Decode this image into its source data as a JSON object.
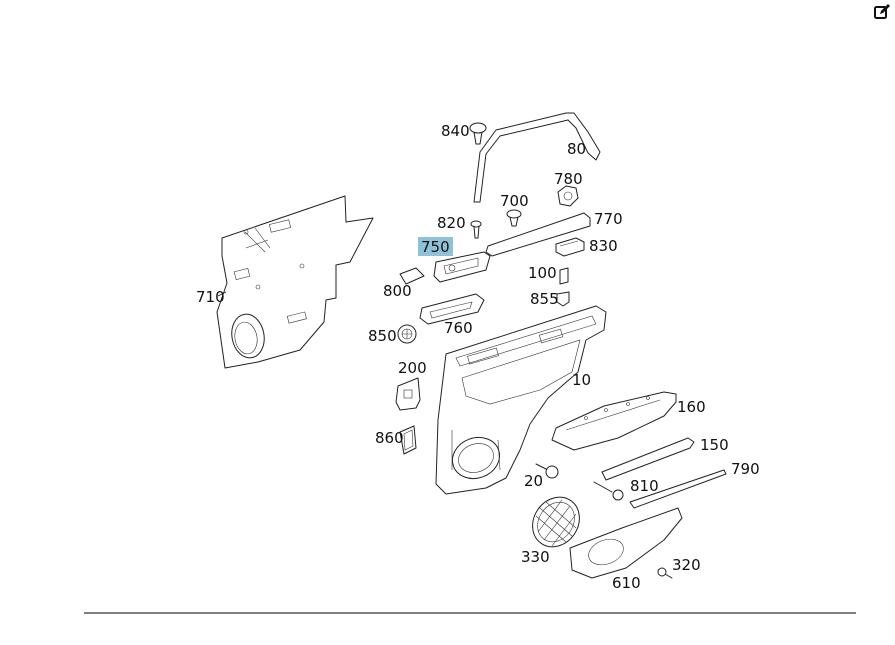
{
  "toolbar": {
    "edit_icon": "edit-icon"
  },
  "diagram": {
    "highlighted_callout": "750",
    "highlight_color": "#8fc2d8",
    "callouts": [
      {
        "id": "840",
        "label": "840"
      },
      {
        "id": "80",
        "label": "80"
      },
      {
        "id": "780",
        "label": "780"
      },
      {
        "id": "700",
        "label": "700"
      },
      {
        "id": "820",
        "label": "820"
      },
      {
        "id": "770",
        "label": "770"
      },
      {
        "id": "750",
        "label": "750"
      },
      {
        "id": "830",
        "label": "830"
      },
      {
        "id": "100",
        "label": "100"
      },
      {
        "id": "800",
        "label": "800"
      },
      {
        "id": "855",
        "label": "855"
      },
      {
        "id": "710",
        "label": "710"
      },
      {
        "id": "850",
        "label": "850"
      },
      {
        "id": "760",
        "label": "760"
      },
      {
        "id": "200",
        "label": "200"
      },
      {
        "id": "10",
        "label": "10"
      },
      {
        "id": "160",
        "label": "160"
      },
      {
        "id": "860",
        "label": "860"
      },
      {
        "id": "150",
        "label": "150"
      },
      {
        "id": "790",
        "label": "790"
      },
      {
        "id": "20",
        "label": "20"
      },
      {
        "id": "810",
        "label": "810"
      },
      {
        "id": "330",
        "label": "330"
      },
      {
        "id": "320",
        "label": "320"
      },
      {
        "id": "610",
        "label": "610"
      }
    ]
  }
}
